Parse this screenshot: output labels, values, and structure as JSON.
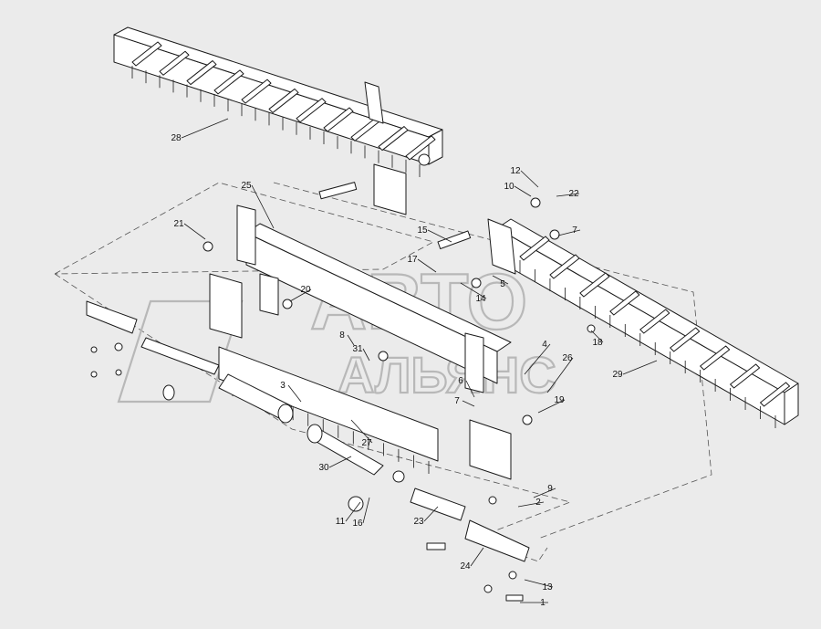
{
  "watermark": {
    "line1": "АВТО",
    "line2": "АЛЬЯНС"
  },
  "callouts": [
    {
      "id": "c1",
      "label": "1"
    },
    {
      "id": "c2",
      "label": "2"
    },
    {
      "id": "c3",
      "label": "3"
    },
    {
      "id": "c4",
      "label": "4"
    },
    {
      "id": "c5",
      "label": "5"
    },
    {
      "id": "c6",
      "label": "6"
    },
    {
      "id": "c7a",
      "label": "7"
    },
    {
      "id": "c7b",
      "label": "7"
    },
    {
      "id": "c8",
      "label": "8"
    },
    {
      "id": "c9",
      "label": "9"
    },
    {
      "id": "c10",
      "label": "10"
    },
    {
      "id": "c11",
      "label": "11"
    },
    {
      "id": "c12",
      "label": "12"
    },
    {
      "id": "c13",
      "label": "13"
    },
    {
      "id": "c14",
      "label": "14"
    },
    {
      "id": "c15",
      "label": "15"
    },
    {
      "id": "c16",
      "label": "16"
    },
    {
      "id": "c17",
      "label": "17"
    },
    {
      "id": "c18",
      "label": "18"
    },
    {
      "id": "c19",
      "label": "19"
    },
    {
      "id": "c20",
      "label": "20"
    },
    {
      "id": "c21",
      "label": "21"
    },
    {
      "id": "c22",
      "label": "22"
    },
    {
      "id": "c23",
      "label": "23"
    },
    {
      "id": "c24",
      "label": "24"
    },
    {
      "id": "c25",
      "label": "25"
    },
    {
      "id": "c26",
      "label": "26"
    },
    {
      "id": "c27",
      "label": "27"
    },
    {
      "id": "c28",
      "label": "28"
    },
    {
      "id": "c29",
      "label": "29"
    },
    {
      "id": "c30",
      "label": "30"
    },
    {
      "id": "c31",
      "label": "31"
    }
  ],
  "colors": {
    "background": "#ebebeb",
    "line": "#1a1a1a",
    "part_fill": "#ffffff",
    "watermark": "#b8b8b8"
  }
}
